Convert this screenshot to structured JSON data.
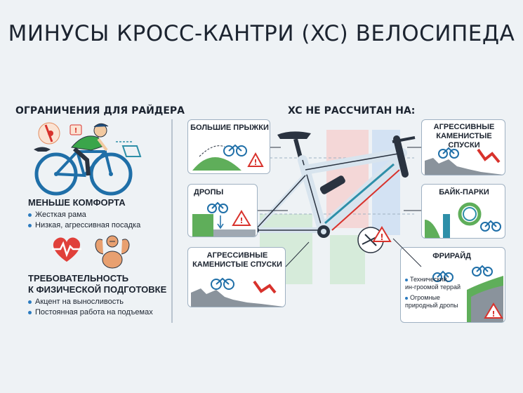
{
  "title": "МИНУСЫ КРОСС-КАНТРИ (XC) ВЕЛОСИПЕДА",
  "left": {
    "heading": "ОГРАНИЧЕНИЯ ДЛЯ РАЙДЕРА",
    "comfort": {
      "title": "МЕНЬШЕ КОМФОРТА",
      "items": [
        "Жесткая рама",
        "Низкая, агрессивная посадка"
      ]
    },
    "fitness": {
      "title_line1": "ТРЕБОВАТЕЛЬНОСТЬ",
      "title_line2": "К ФИЗИЧЕСКОЙ ПОДГОТОВКЕ",
      "items": [
        "Акцент на выносливость",
        "Постоянная работа на подъемах"
      ]
    }
  },
  "right": {
    "heading": "XC НЕ РАССЧИТАН НА:",
    "cards": {
      "jumps": "БОЛЬШИЕ ПРЫЖКИ",
      "drops": "ДРОПЫ",
      "rocky_left_line1": "АГРЕССИВНЫЕ",
      "rocky_left_line2": "КАМЕНИСТЫЕ СПУСКИ",
      "rocky_right_line1": "АГРЕССИВНЫЕ",
      "rocky_right_line2": "КАМЕНИСТЫЕ СПУСКИ",
      "bikepark": "БАЙК-ПАРКИ",
      "freeride": "ФРИРАЙД",
      "freeride_note1_line1": "Технический,",
      "freeride_note1_line2": "ин-гроомой террай",
      "freeride_note2_line1": "Огромные",
      "freeride_note2_line2": "природный дропы"
    }
  },
  "colors": {
    "accent_blue": "#2b7bbf",
    "warning_red": "#d8322c",
    "frame_teal": "#2e8fa8"
  }
}
